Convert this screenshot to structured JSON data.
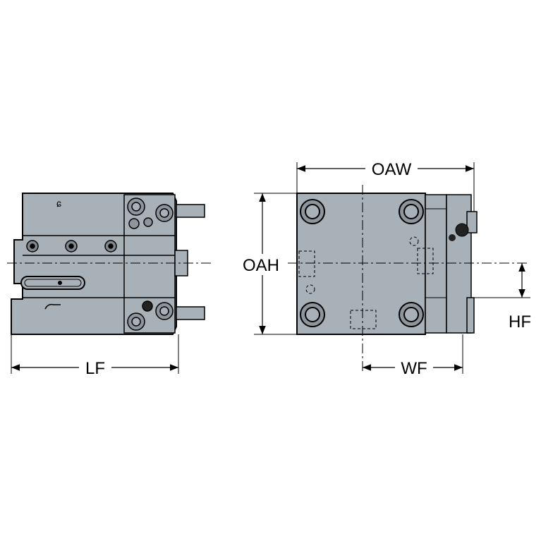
{
  "labels": {
    "lf": "LF",
    "oaw": "OAW",
    "oah": "OAH",
    "wf": "WF",
    "hf": "HF"
  },
  "colors": {
    "body": "#a8b0b8",
    "body_dark": "#8d959d",
    "outline": "#000000",
    "line": "#000000",
    "background": "#ffffff"
  }
}
